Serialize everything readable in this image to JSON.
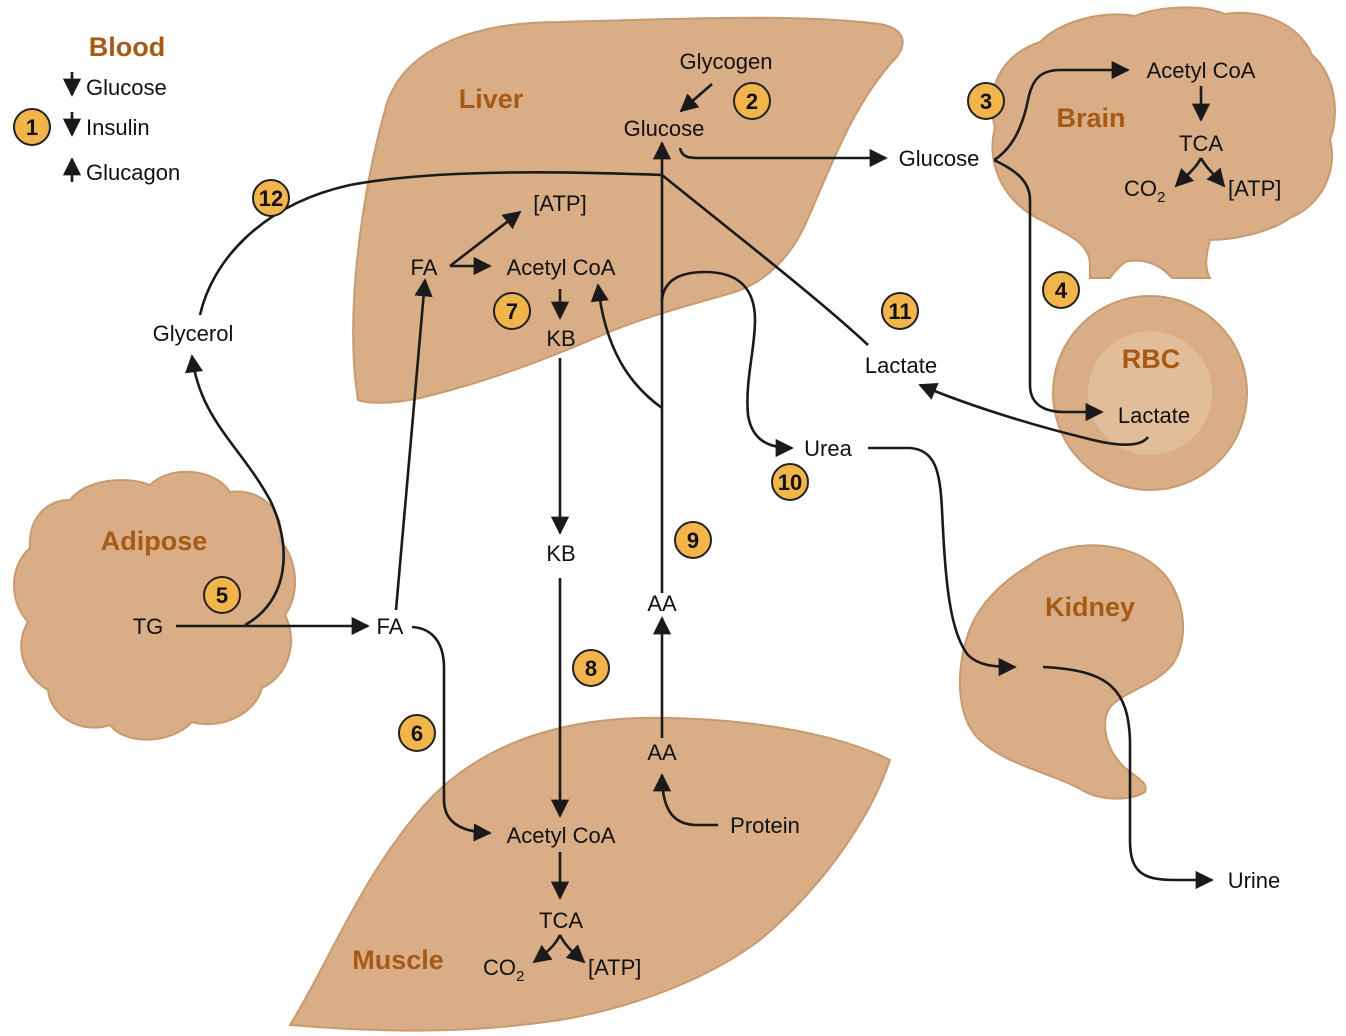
{
  "legend": {
    "title": "Blood",
    "items": [
      {
        "dir": "down",
        "label": "Glucose"
      },
      {
        "dir": "down",
        "label": "Insulin"
      },
      {
        "dir": "up",
        "label": "Glucagon"
      }
    ]
  },
  "organs": {
    "liver": "Liver",
    "brain": "Brain",
    "rbc": "RBC",
    "adipose": "Adipose",
    "kidney": "Kidney",
    "muscle": "Muscle"
  },
  "metabolites": {
    "glycogen": "Glycogen",
    "liver_glucose": "Glucose",
    "blood_glucose": "Glucose",
    "brain_acetyl_coa": "Acetyl CoA",
    "brain_tca": "TCA",
    "brain_co2": "CO",
    "brain_atp": "[ATP]",
    "liver_atp": "[ATP]",
    "liver_fa": "FA",
    "liver_acetyl_coa": "Acetyl CoA",
    "liver_kb": "KB",
    "glycerol": "Glycerol",
    "lactate_blood": "Lactate",
    "lactate_rbc": "Lactate",
    "urea": "Urea",
    "tg": "TG",
    "blood_fa": "FA",
    "blood_kb": "KB",
    "blood_aa": "AA",
    "muscle_aa": "AA",
    "protein": "Protein",
    "muscle_acetyl_coa": "Acetyl CoA",
    "muscle_tca": "TCA",
    "muscle_co2": "CO",
    "muscle_atp": "[ATP]",
    "urine": "Urine",
    "subscript_2": "2"
  },
  "badges": [
    "1",
    "2",
    "3",
    "4",
    "5",
    "6",
    "7",
    "8",
    "9",
    "10",
    "11",
    "12"
  ],
  "colors": {
    "organ_fill": "#d9ae86",
    "title_text": "#a75a15",
    "badge_fill": "#f2b54c",
    "arrow": "#1a1a1a"
  }
}
